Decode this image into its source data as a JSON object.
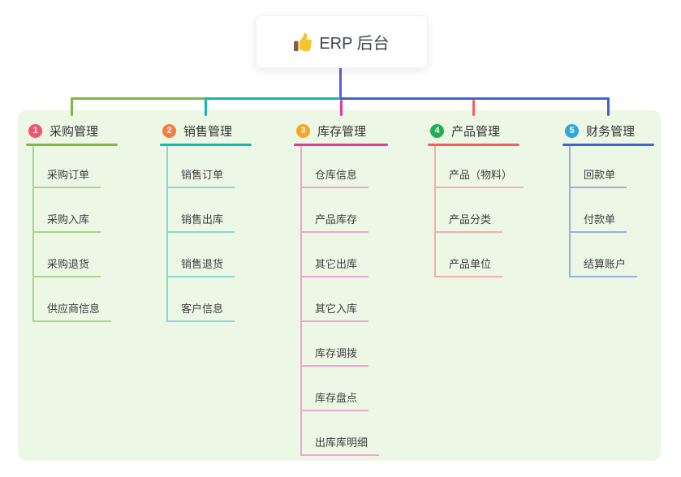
{
  "root": {
    "label": "ERP 后台",
    "icon": "thumbs-up-icon"
  },
  "colors": {
    "canvas_bg": "#ffffff",
    "panel_bg": "#ecf7e6",
    "root_connector": "#5a5ed8",
    "root_text": "#3d4450",
    "branch_text": "#333333",
    "child_text": "#3d3d3d",
    "thumb_hand": "#f6c32b",
    "thumb_cuff": "#8a5c3c"
  },
  "branches": [
    {
      "badge": "1",
      "badge_color": "#f4526e",
      "line_color": "#7cb93f",
      "child_line_color": "#aad489",
      "label": "采购管理",
      "children": [
        "采购订单",
        "采购入库",
        "采购退货",
        "供应商信息"
      ]
    },
    {
      "badge": "2",
      "badge_color": "#f57d3e",
      "line_color": "#14b8ac",
      "child_line_color": "#87d8cf",
      "label": "销售管理",
      "children": [
        "销售订单",
        "销售出库",
        "销售退货",
        "客户信息"
      ]
    },
    {
      "badge": "3",
      "badge_color": "#f7a623",
      "line_color": "#e23a98",
      "child_line_color": "#f2a3cf",
      "label": "库存管理",
      "children": [
        "仓库信息",
        "产品库存",
        "其它出库",
        "其它入库",
        "库存调拨",
        "库存盘点",
        "出库库明细"
      ]
    },
    {
      "badge": "4",
      "badge_color": "#22ae50",
      "line_color": "#f85d58",
      "child_line_color": "#fbabaa",
      "label": "产品管理",
      "children": [
        "产品（物料）",
        "产品分类",
        "产品单位"
      ]
    },
    {
      "badge": "5",
      "badge_color": "#2ea7e0",
      "line_color": "#3e63d2",
      "child_line_color": "#9dacdf",
      "label": "财务管理",
      "children": [
        "回款单",
        "付款单",
        "结算账户"
      ]
    }
  ]
}
